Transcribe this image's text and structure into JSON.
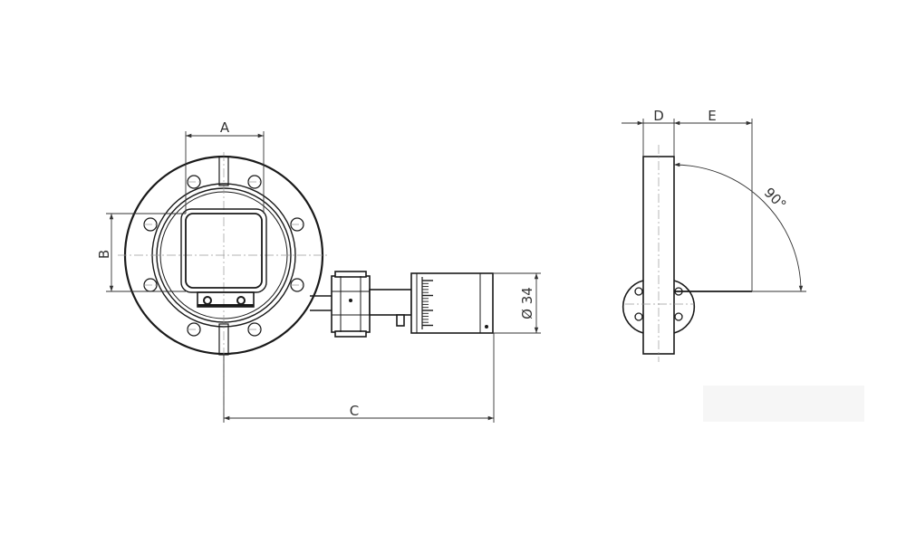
{
  "labels": {
    "dim_a": "A",
    "dim_b": "B",
    "dim_c": "C",
    "dim_d": "D",
    "dim_e": "E",
    "diameter": "Ø 34",
    "angle": "90°"
  },
  "colors": {
    "line": "#1a1a1a",
    "center_line": "#9a9a9a",
    "background": "#ffffff"
  }
}
